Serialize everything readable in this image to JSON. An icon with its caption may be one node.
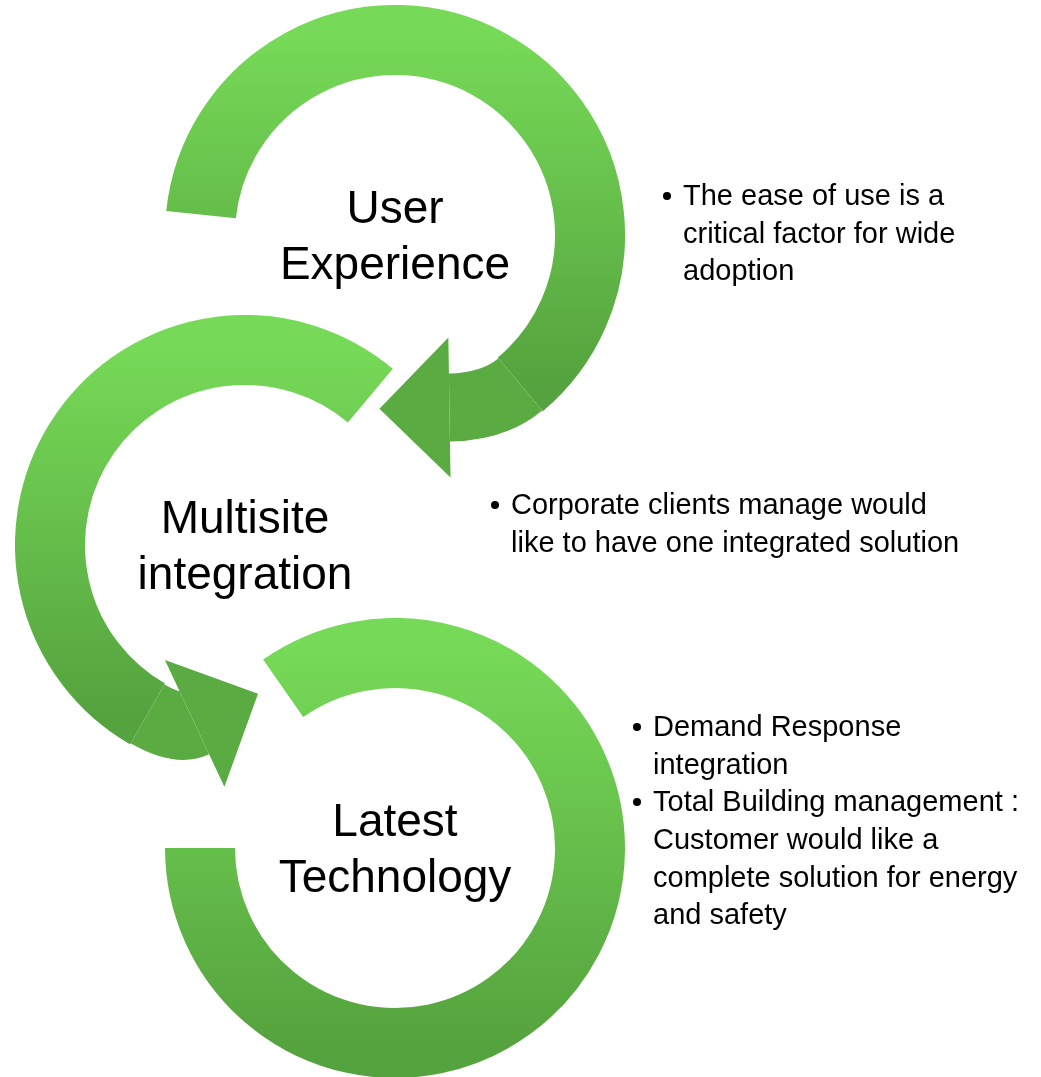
{
  "diagram": {
    "nodes": [
      {
        "text": [
          "User Experience"
        ],
        "beside": [
          "The ease of use is a critical factor for wide adoption"
        ]
      },
      {
        "text": [
          "Multisite integration"
        ]
      },
      {
        "text": [
          "Latest Technology"
        ],
        "beside": [
          "Demand Response integration",
          "Total Building management : Customer would like a complete solution for energy and safety"
        ]
      }
    ],
    "edges": [
      {
        "from": 0,
        "to": 1,
        "arrow": "to"
      },
      {
        "from": 1,
        "to": 2,
        "arrow": "to"
      }
    ],
    "labels": [
      "Corporate clients manage would like to have one integrated solution"
    ]
  }
}
